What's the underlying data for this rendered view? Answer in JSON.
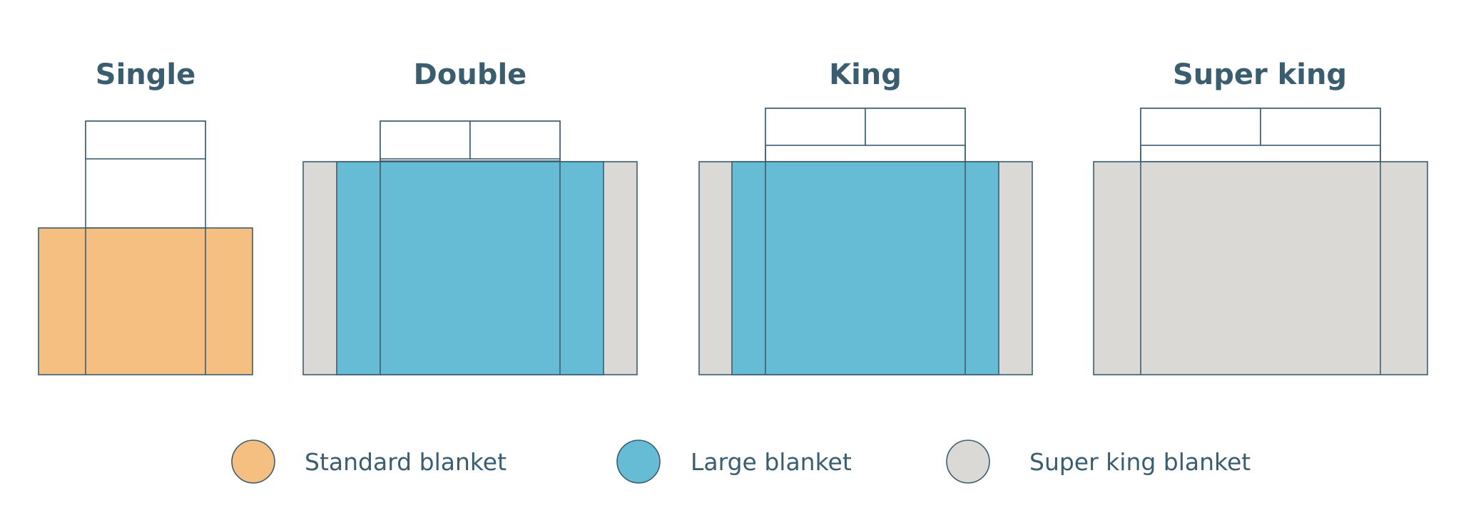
{
  "colors": {
    "outline": "#3b5d70",
    "standard": "#f4bf80",
    "large": "#67bcd5",
    "super_king": "#dad9d6",
    "background": "#ffffff"
  },
  "beds": [
    {
      "id": "single",
      "title": "Single",
      "blanket_type": "standard",
      "pillows": 1
    },
    {
      "id": "double",
      "title": "Double",
      "blanket_type": "large",
      "pillows": 2,
      "outer_blanket": "super_king"
    },
    {
      "id": "king",
      "title": "King",
      "blanket_type": "large",
      "pillows": 2,
      "outer_blanket": "super_king"
    },
    {
      "id": "super-king",
      "title": "Super king",
      "blanket_type": "super_king",
      "pillows": 2
    }
  ],
  "legend": [
    {
      "id": "standard",
      "label": "Standard blanket",
      "color_key": "standard"
    },
    {
      "id": "large",
      "label": "Large blanket",
      "color_key": "large"
    },
    {
      "id": "super-king",
      "label": "Super king blanket",
      "color_key": "super_king"
    }
  ]
}
